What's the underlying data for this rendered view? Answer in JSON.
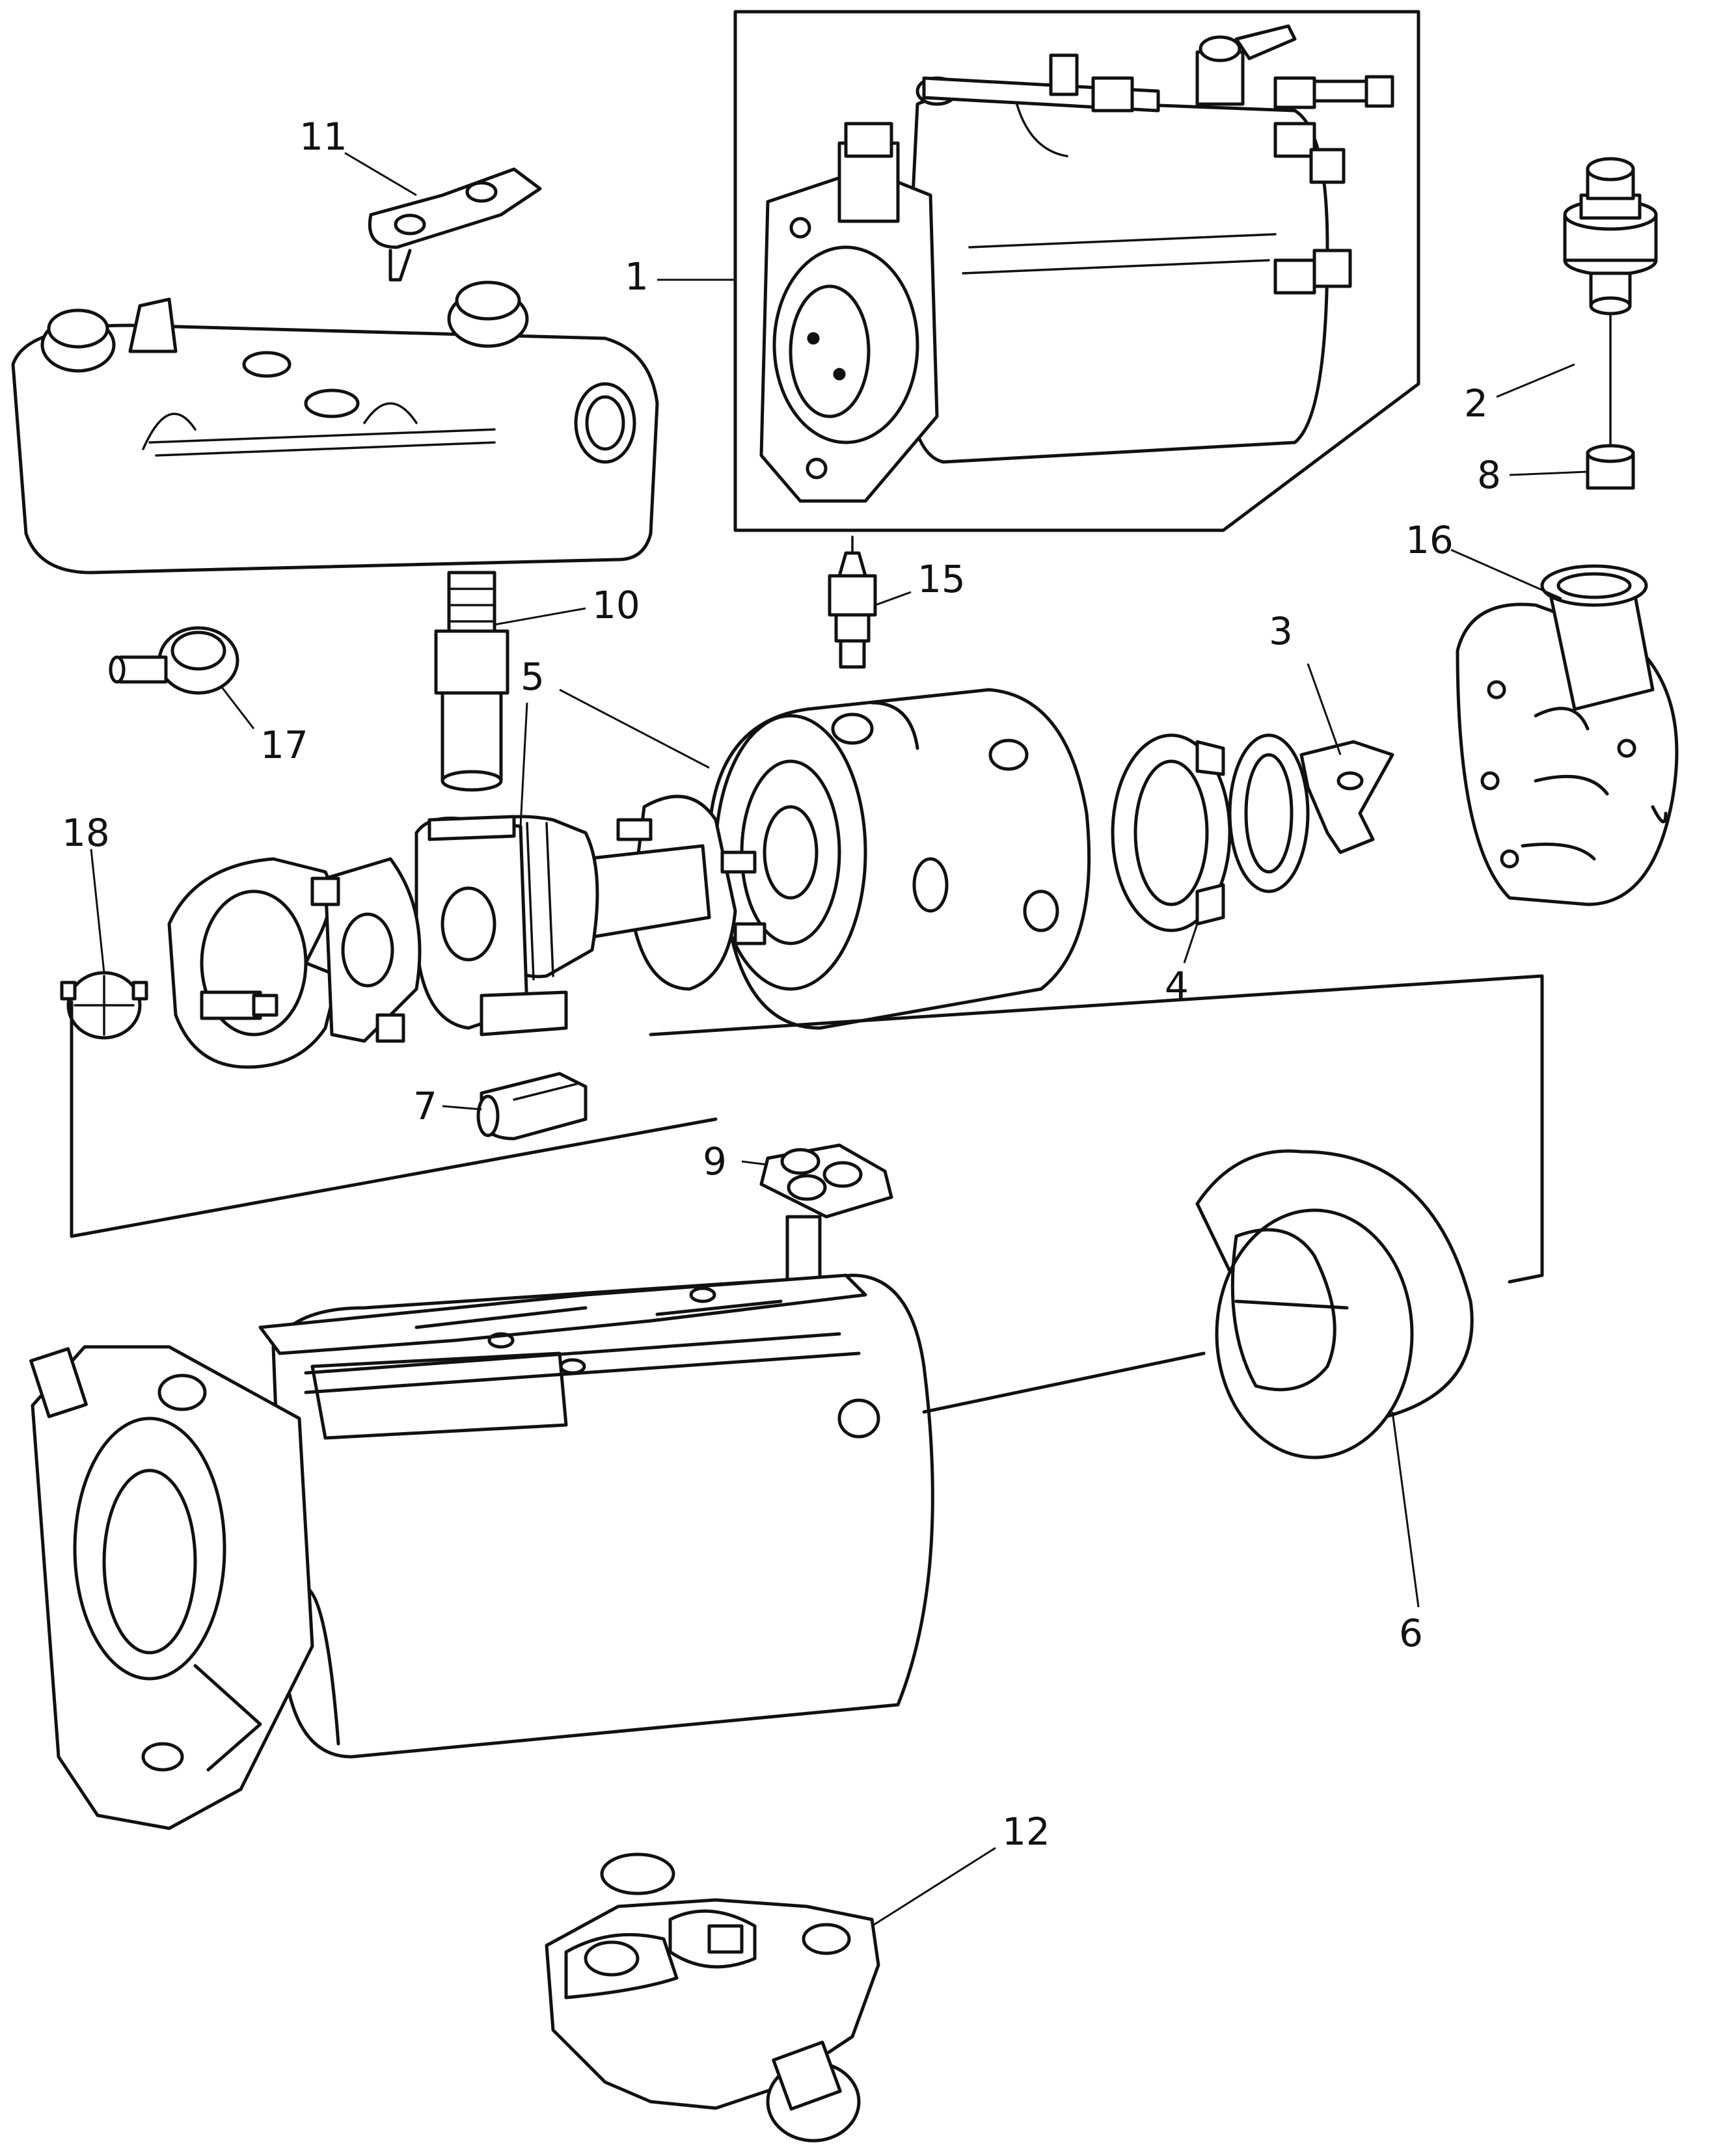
{
  "callouts": [
    {
      "id": "1",
      "text": "1"
    },
    {
      "id": "2",
      "text": "2"
    },
    {
      "id": "3",
      "text": "3"
    },
    {
      "id": "4",
      "text": "4"
    },
    {
      "id": "5",
      "text": "5"
    },
    {
      "id": "6",
      "text": "6"
    },
    {
      "id": "7",
      "text": "7"
    },
    {
      "id": "8",
      "text": "8"
    },
    {
      "id": "9",
      "text": "9"
    },
    {
      "id": "10",
      "text": "10"
    },
    {
      "id": "11",
      "text": "11"
    },
    {
      "id": "12",
      "text": "12"
    },
    {
      "id": "15",
      "text": "15"
    },
    {
      "id": "16",
      "text": "16"
    },
    {
      "id": "17",
      "text": "17"
    },
    {
      "id": "18",
      "text": "18"
    }
  ]
}
